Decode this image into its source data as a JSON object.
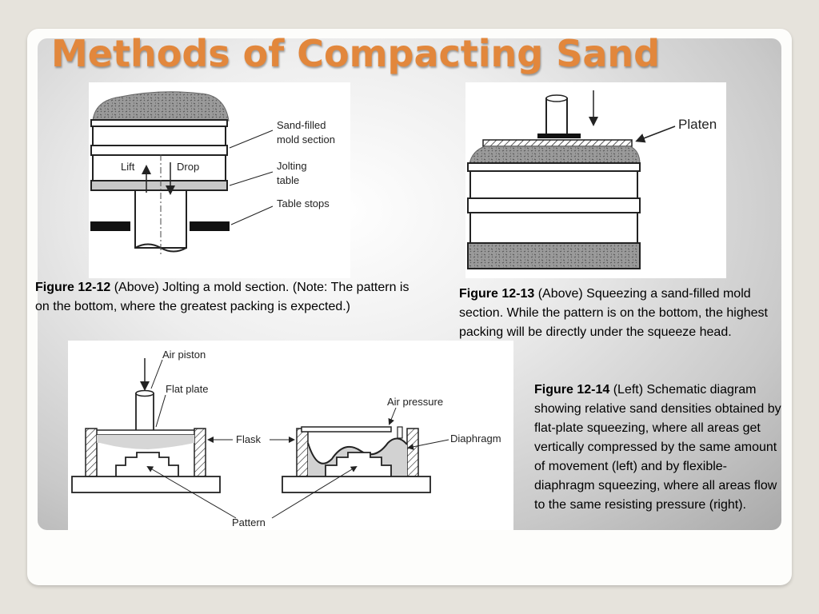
{
  "title": "Methods of Compacting Sand",
  "fig1": {
    "labels": {
      "sand_filled_1": "Sand-filled",
      "sand_filled_2": "mold section",
      "jolting_1": "Jolting",
      "jolting_2": "table",
      "table_stops": "Table stops",
      "lift": "Lift",
      "drop": "Drop"
    },
    "caption_num": "Figure 12-12",
    "caption_text": " (Above) Jolting a mold section. (Note: The pattern is on the bottom, where the greatest packing is expected.)"
  },
  "fig2": {
    "labels": {
      "platen": "Platen"
    },
    "caption_num": "Figure 12-13",
    "caption_text": " (Above) Squeezing a sand-filled mold section. While the pattern is on the bottom, the highest packing will be directly under the squeeze head."
  },
  "fig3": {
    "labels": {
      "air_piston": "Air piston",
      "flat_plate": "Flat plate",
      "flask": "Flask",
      "air_pressure": "Air pressure",
      "diaphragm": "Diaphragm",
      "pattern": "Pattern"
    },
    "caption_num": "Figure 12-14",
    "caption_text": " (Left) Schematic diagram showing relative sand densities obtained by flat-plate squeezing, where all areas get vertically compressed by the same amount of movement (left) and by flexible-diaphragm squeezing, where all areas flow to the same resisting pressure (right)."
  }
}
